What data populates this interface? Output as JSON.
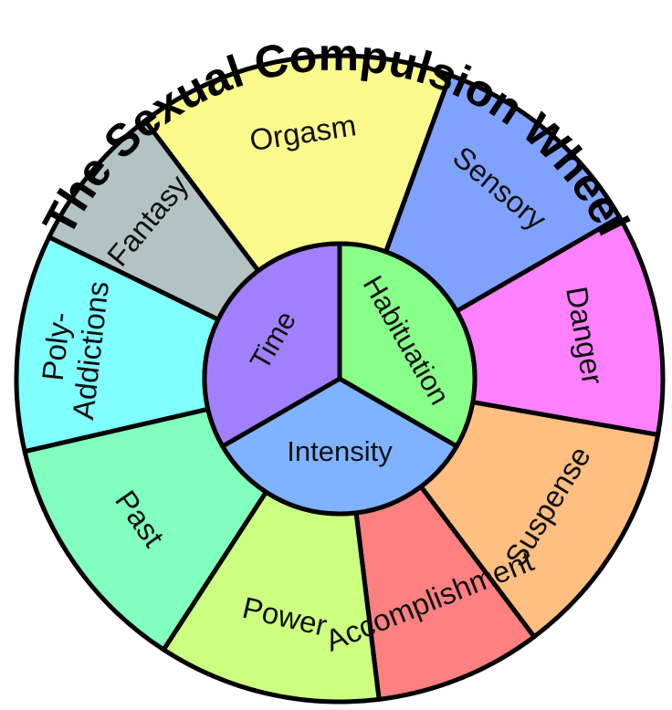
{
  "title": "The Sexual Compulsion Wheel",
  "outer_segments": [
    {
      "label": "Orgasm",
      "color": "#fafa8c"
    },
    {
      "label": "Sensory",
      "color": "#7fa2ff"
    },
    {
      "label": "Danger",
      "color": "#ff80ff"
    },
    {
      "label": "Suspense",
      "color": "#ffbf80"
    },
    {
      "label": "Accomplishment",
      "color": "#ff8080"
    },
    {
      "label": "Power",
      "color": "#ccff80"
    },
    {
      "label": "Past",
      "color": "#80ffbf"
    },
    {
      "label": "Poly-",
      "label2": "Addictions",
      "color": "#80ffff"
    },
    {
      "label": "Fantasy",
      "color": "#b3c3c3"
    }
  ],
  "inner_segments": [
    {
      "label": "Habituation",
      "color": "#88ff88"
    },
    {
      "label": "Intensity",
      "color": "#80b3ff"
    },
    {
      "label": "Time",
      "color": "#a080ff"
    }
  ],
  "colors": {
    "outline": "#000000",
    "background": "#ffffff"
  }
}
